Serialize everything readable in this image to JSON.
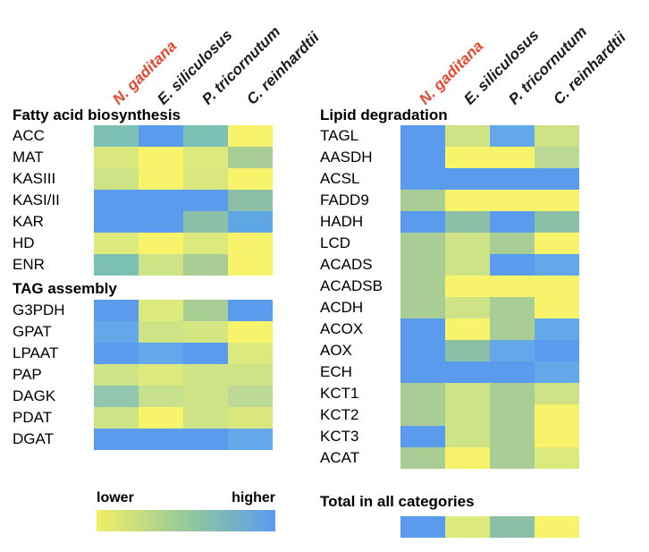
{
  "figure": {
    "columns": [
      {
        "name": "N. gaditana",
        "color": "#E8452A"
      },
      {
        "name": "E. siliculosus",
        "color": "#1A1A1A"
      },
      {
        "name": "P. tricornutum",
        "color": "#1A1A1A"
      },
      {
        "name": "C. reinhardtii",
        "color": "#1A1A1A"
      }
    ],
    "legend": {
      "low_label": "lower",
      "high_label": "higher",
      "low_color": "#F2EF64",
      "mid_color": "#92C89C",
      "high_color": "#5B9BED"
    },
    "total": {
      "title": "Total in all categories",
      "colors": [
        "#5B9BED",
        "#DCE97C",
        "#8CC0A6",
        "#F7F36B"
      ]
    },
    "panels": [
      {
        "id": "left",
        "sections": [
          {
            "title": "Fatty acid biosynthesis",
            "rows": [
              {
                "label": "ACC",
                "colors": [
                  "#7DC0B4",
                  "#5B9BED",
                  "#7DC0B4",
                  "#F7F36B"
                ]
              },
              {
                "label": "MAT",
                "colors": [
                  "#D9E77D",
                  "#F7F36B",
                  "#DCE97C",
                  "#A8CE96"
                ]
              },
              {
                "label": "KASIII",
                "colors": [
                  "#CEE385",
                  "#F7F36B",
                  "#D9E77D",
                  "#F7F36B"
                ]
              },
              {
                "label": "KASI/II",
                "colors": [
                  "#5B9BED",
                  "#5B9BED",
                  "#5B9BED",
                  "#8CC0A6"
                ]
              },
              {
                "label": "KAR",
                "colors": [
                  "#5B9BED",
                  "#5B9BED",
                  "#8CC0A6",
                  "#5FA6E5"
                ]
              },
              {
                "label": "HD",
                "colors": [
                  "#DCE97C",
                  "#F7F36B",
                  "#DCE97C",
                  "#F7F36B"
                ]
              },
              {
                "label": "ENR",
                "colors": [
                  "#7DC0B4",
                  "#CEE385",
                  "#A8CE96",
                  "#F7F36B"
                ]
              }
            ]
          },
          {
            "title": "TAG assembly",
            "rows": [
              {
                "label": "G3PDH",
                "colors": [
                  "#5B9BED",
                  "#DCE97C",
                  "#A8CE96",
                  "#5B9BED"
                ]
              },
              {
                "label": "GPAT",
                "colors": [
                  "#63A8E8",
                  "#CEE385",
                  "#D3E682",
                  "#F7F36B"
                ]
              },
              {
                "label": "LPAAT",
                "colors": [
                  "#5B9BED",
                  "#63A8E8",
                  "#5B9BED",
                  "#DCE97C"
                ]
              },
              {
                "label": "PAP",
                "colors": [
                  "#CEE385",
                  "#DCE97C",
                  "#CEE385",
                  "#CEE385"
                ]
              },
              {
                "label": "DAGK",
                "colors": [
                  "#93C6AE",
                  "#C6E08C",
                  "#CEE385",
                  "#BCDA96"
                ]
              },
              {
                "label": "PDAT",
                "colors": [
                  "#CEE385",
                  "#F7F36B",
                  "#CEE385",
                  "#D9E77D"
                ]
              },
              {
                "label": "DGAT",
                "colors": [
                  "#5B9BED",
                  "#5B9BED",
                  "#5B9BED",
                  "#63A8E8"
                ]
              }
            ]
          }
        ]
      },
      {
        "id": "right",
        "sections": [
          {
            "title": "Lipid degradation",
            "rows": [
              {
                "label": "TAGL",
                "colors": [
                  "#5B9BED",
                  "#CEE385",
                  "#63A8E8",
                  "#CEE385"
                ]
              },
              {
                "label": "AASDH",
                "colors": [
                  "#5B9BED",
                  "#F7F36B",
                  "#F7F36B",
                  "#BCDA96"
                ]
              },
              {
                "label": "ACSL",
                "colors": [
                  "#5B9BED",
                  "#5B9BED",
                  "#5B9BED",
                  "#5B9BED"
                ]
              },
              {
                "label": "FADD9",
                "colors": [
                  "#A8CE96",
                  "#F7F36B",
                  "#F7F36B",
                  "#F7F36B"
                ]
              },
              {
                "label": "HADH",
                "colors": [
                  "#5B9BED",
                  "#8CC0A6",
                  "#5B9BED",
                  "#8CC0A6"
                ]
              },
              {
                "label": "LCD",
                "colors": [
                  "#A8CE96",
                  "#CEE385",
                  "#A8CE96",
                  "#F7F36B"
                ]
              },
              {
                "label": "ACADS",
                "colors": [
                  "#A8CE96",
                  "#CEE385",
                  "#5B9BED",
                  "#63A8E8"
                ]
              },
              {
                "label": "ACADSB",
                "colors": [
                  "#A8CE96",
                  "#F7F36B",
                  "#F7F36B",
                  "#F7F36B"
                ]
              },
              {
                "label": "ACDH",
                "colors": [
                  "#A8CE96",
                  "#CEE385",
                  "#A8CE96",
                  "#F7F36B"
                ]
              },
              {
                "label": "ACOX",
                "colors": [
                  "#5B9BED",
                  "#F7F36B",
                  "#A8CE96",
                  "#63A8E8"
                ]
              },
              {
                "label": "AOX",
                "colors": [
                  "#5B9BED",
                  "#8CC0A6",
                  "#63A8E8",
                  "#5B9BED"
                ]
              },
              {
                "label": "ECH",
                "colors": [
                  "#5B9BED",
                  "#5B9BED",
                  "#5B9BED",
                  "#63A8E8"
                ]
              },
              {
                "label": "KCT1",
                "colors": [
                  "#A8CE96",
                  "#CEE385",
                  "#A8CE96",
                  "#CEE385"
                ]
              },
              {
                "label": "KCT2",
                "colors": [
                  "#A8CE96",
                  "#CEE385",
                  "#A8CE96",
                  "#F7F36B"
                ]
              },
              {
                "label": "KCT3",
                "colors": [
                  "#5B9BED",
                  "#CEE385",
                  "#A8CE96",
                  "#F7F36B"
                ]
              },
              {
                "label": "ACAT",
                "colors": [
                  "#A8CE96",
                  "#F7F36B",
                  "#A8CE96",
                  "#DCE97C"
                ]
              }
            ]
          }
        ]
      }
    ]
  },
  "chart_data": {
    "type": "heatmap",
    "title": "",
    "colorbar": {
      "low_label": "lower",
      "high_label": "higher",
      "stops": [
        "#F2EF64",
        "#92C89C",
        "#5B9BED"
      ],
      "direction": "low-to-high"
    },
    "xlabel": "",
    "ylabel": "",
    "categories": [
      "N. gaditana",
      "E. siliculosus",
      "P. tricornutum",
      "C. reinhardtii"
    ],
    "groups": [
      {
        "name": "Fatty acid biosynthesis",
        "rows": [
          "ACC",
          "MAT",
          "KASIII",
          "KASI/II",
          "KAR",
          "HD",
          "ENR"
        ]
      },
      {
        "name": "TAG assembly",
        "rows": [
          "G3PDH",
          "GPAT",
          "LPAAT",
          "PAP",
          "DAGK",
          "PDAT",
          "DGAT"
        ]
      },
      {
        "name": "Lipid degradation",
        "rows": [
          "TAGL",
          "AASDH",
          "ACSL",
          "FADD9",
          "HADH",
          "LCD",
          "ACADS",
          "ACADSB",
          "ACDH",
          "ACOX",
          "AOX",
          "ECH",
          "KCT1",
          "KCT2",
          "KCT3",
          "ACAT"
        ]
      },
      {
        "name": "Total in all categories",
        "rows": [
          "Total"
        ]
      }
    ]
  }
}
